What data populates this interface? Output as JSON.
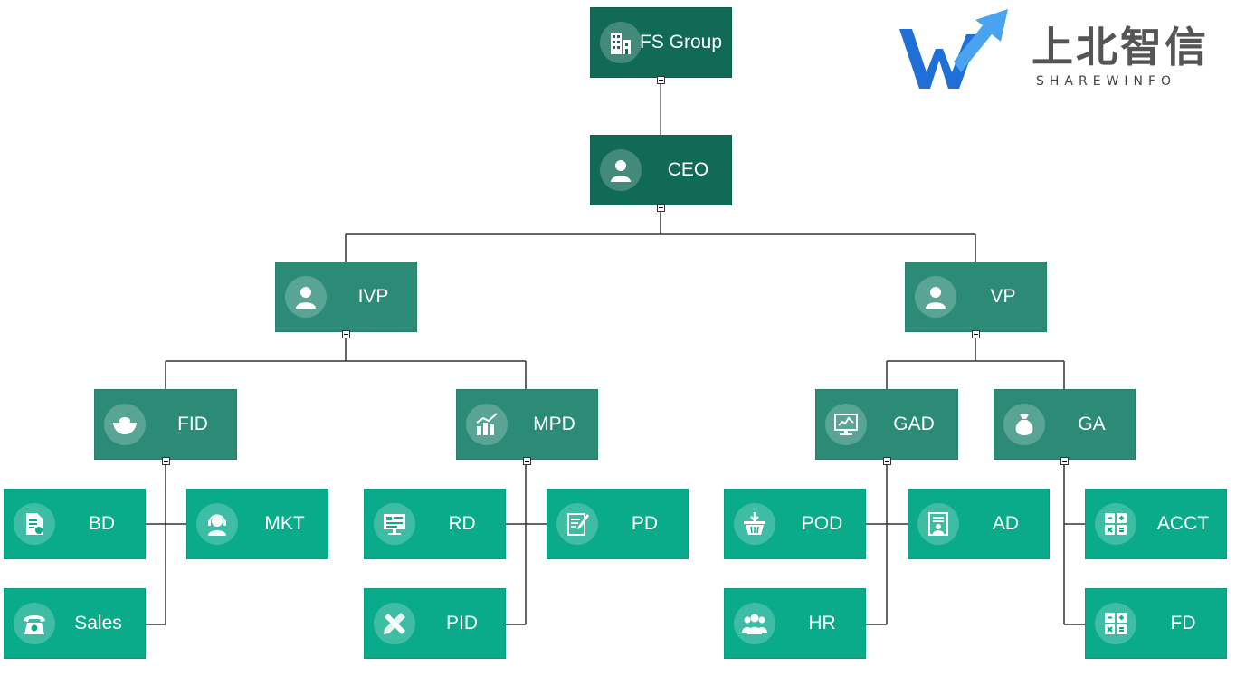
{
  "logo": {
    "name_cn": "上北智信",
    "name_en": "SHAREWINFO",
    "color_blue": "#1f6fd6",
    "color_light": "#4aa3ee"
  },
  "colors": {
    "top": "#106a55",
    "middle": "#2b8b77",
    "leaf": "#0aab8b",
    "connector": "#333333"
  },
  "nodes": {
    "fs_group": {
      "label": "FS Group",
      "icon": "building-icon"
    },
    "ceo": {
      "label": "CEO",
      "icon": "person-icon"
    },
    "ivp": {
      "label": "IVP",
      "icon": "person-icon"
    },
    "vp": {
      "label": "VP",
      "icon": "person-icon"
    },
    "fid": {
      "label": "FID",
      "icon": "gold-ingot-icon"
    },
    "mpd": {
      "label": "MPD",
      "icon": "bar-chart-icon"
    },
    "gad": {
      "label": "GAD",
      "icon": "monitor-chart-icon"
    },
    "ga": {
      "label": "GA",
      "icon": "money-bag-icon"
    },
    "bd": {
      "label": "BD",
      "icon": "document-icon"
    },
    "mkt": {
      "label": "MKT",
      "icon": "headset-person-icon"
    },
    "sales": {
      "label": "Sales",
      "icon": "telephone-icon"
    },
    "rd": {
      "label": "RD",
      "icon": "monitor-icon"
    },
    "pd": {
      "label": "PD",
      "icon": "notepad-icon"
    },
    "pid": {
      "label": "PID",
      "icon": "tools-icon"
    },
    "pod": {
      "label": "POD",
      "icon": "basket-icon"
    },
    "ad": {
      "label": "AD",
      "icon": "id-card-icon"
    },
    "hr": {
      "label": "HR",
      "icon": "team-icon"
    },
    "acct": {
      "label": "ACCT",
      "icon": "calculator-icon"
    },
    "fd": {
      "label": "FD",
      "icon": "calculator-icon"
    }
  }
}
